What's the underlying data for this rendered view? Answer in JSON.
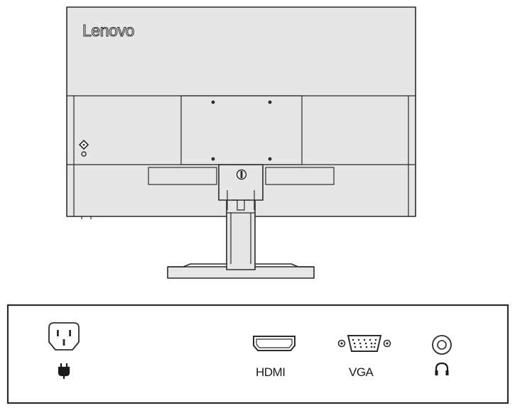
{
  "monitor": {
    "brand": "Lenovo"
  },
  "ports": {
    "hdmi_label": "HDMI",
    "vga_label": "VGA"
  },
  "colors": {
    "line": "#2b2b2b",
    "fill": "#e6e6e6",
    "background": "#ffffff"
  }
}
